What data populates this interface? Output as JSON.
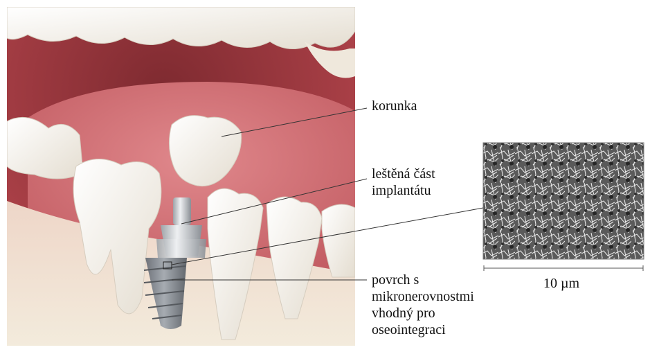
{
  "labels": {
    "crown": "korunka",
    "polished_part": [
      "leštěná část",
      "implantátu"
    ],
    "surface": [
      "povrch s",
      "mikronerovnostmi",
      "vhodný pro",
      "oseointegraci"
    ]
  },
  "scale_bar": {
    "label": "10 µm"
  },
  "colors": {
    "gum": "#c8585e",
    "tongue": "#d4767c",
    "bone": "#f1e7d6",
    "tooth": "#f6f2ea",
    "implant_metal": "#c9ccd0",
    "implant_screw": "#8e939a",
    "leader_line": "#333333"
  },
  "icons": [
    "dental-implant",
    "sem-micrograph"
  ]
}
